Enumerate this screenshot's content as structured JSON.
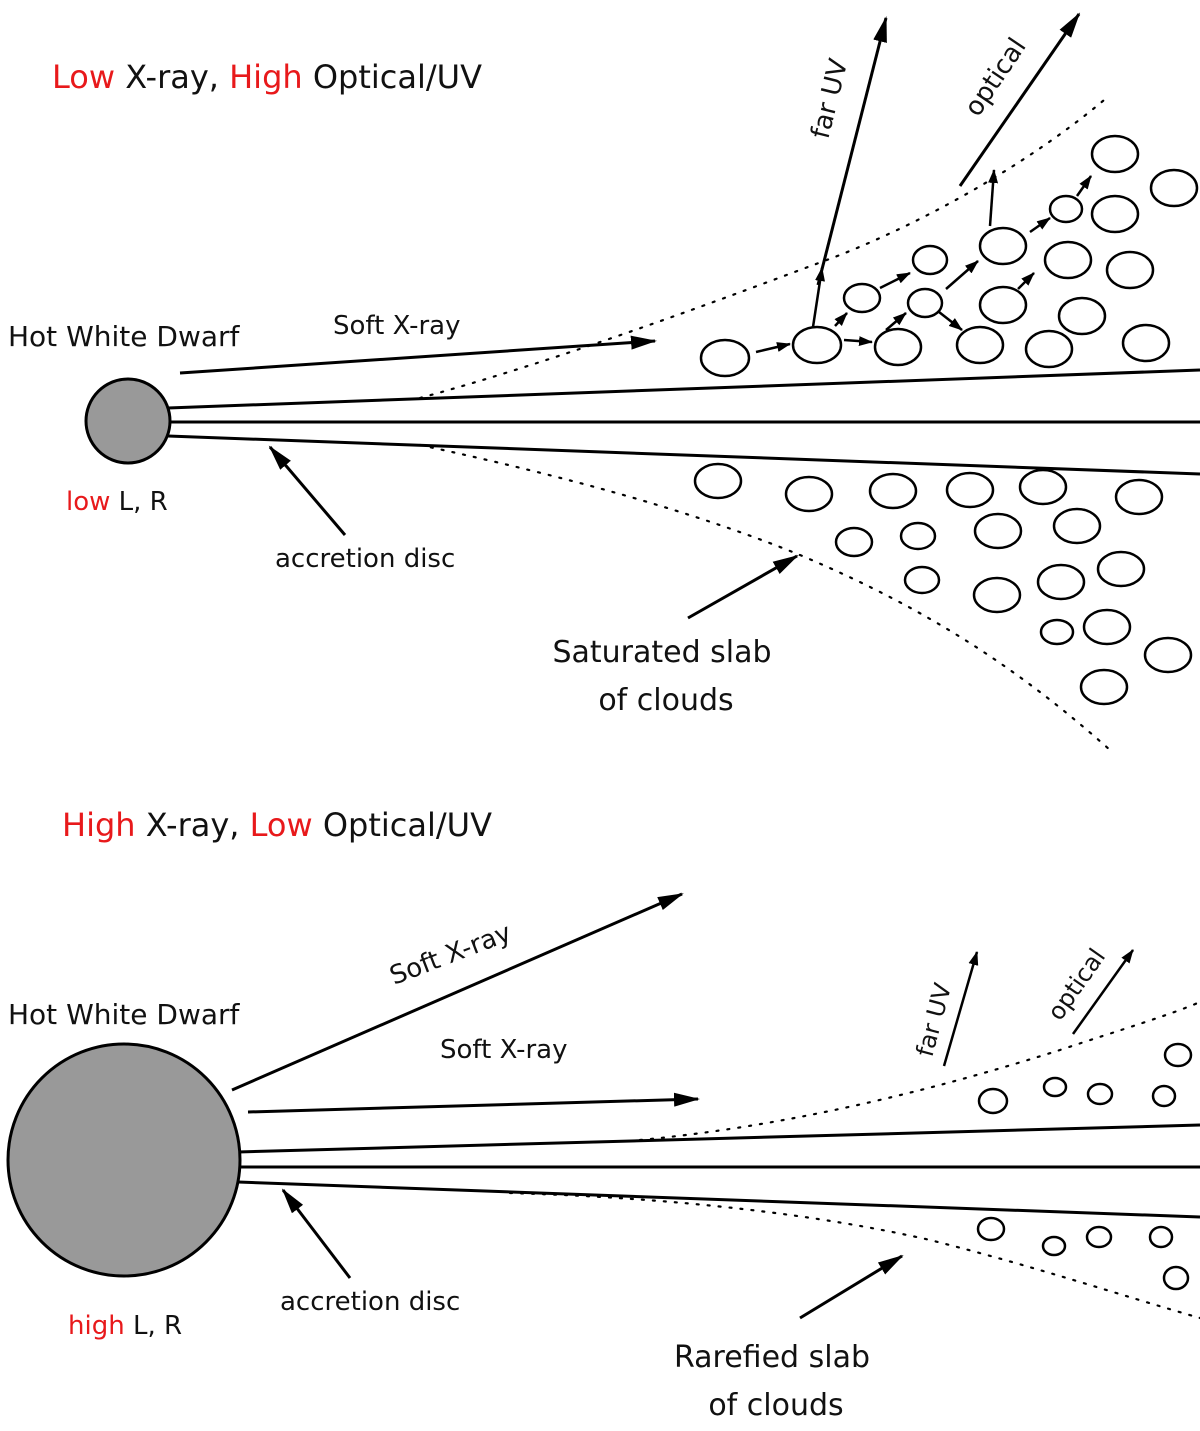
{
  "top_panel": {
    "heading": {
      "word1": "Low",
      "word2": " X-ray, ",
      "word3": "High",
      "word4": " Optical/UV"
    },
    "wd_label": "Hot White Dwarf",
    "lum": {
      "level": "low",
      "rest": " L, R"
    },
    "soft_xray": "Soft X-ray",
    "accretion": "accretion disc",
    "far_uv": "far UV",
    "optical": "optical",
    "slab_line1": "Saturated slab",
    "slab_line2": "of clouds"
  },
  "bottom_panel": {
    "heading": {
      "word1": "High",
      "word2": " X-ray, ",
      "word3": "Low",
      "word4": " Optical/UV"
    },
    "wd_label": "Hot White Dwarf",
    "lum": {
      "level": "high",
      "rest": " L, R"
    },
    "soft_xray_upper": "Soft X-ray",
    "soft_xray_lower": "Soft X-ray",
    "accretion": "accretion disc",
    "far_uv": "far UV",
    "optical": "optical",
    "slab_line1": "Rarefied slab",
    "slab_line2": "of clouds"
  },
  "colors": {
    "highlight": "#e8191b",
    "white_dwarf": "#999999"
  }
}
